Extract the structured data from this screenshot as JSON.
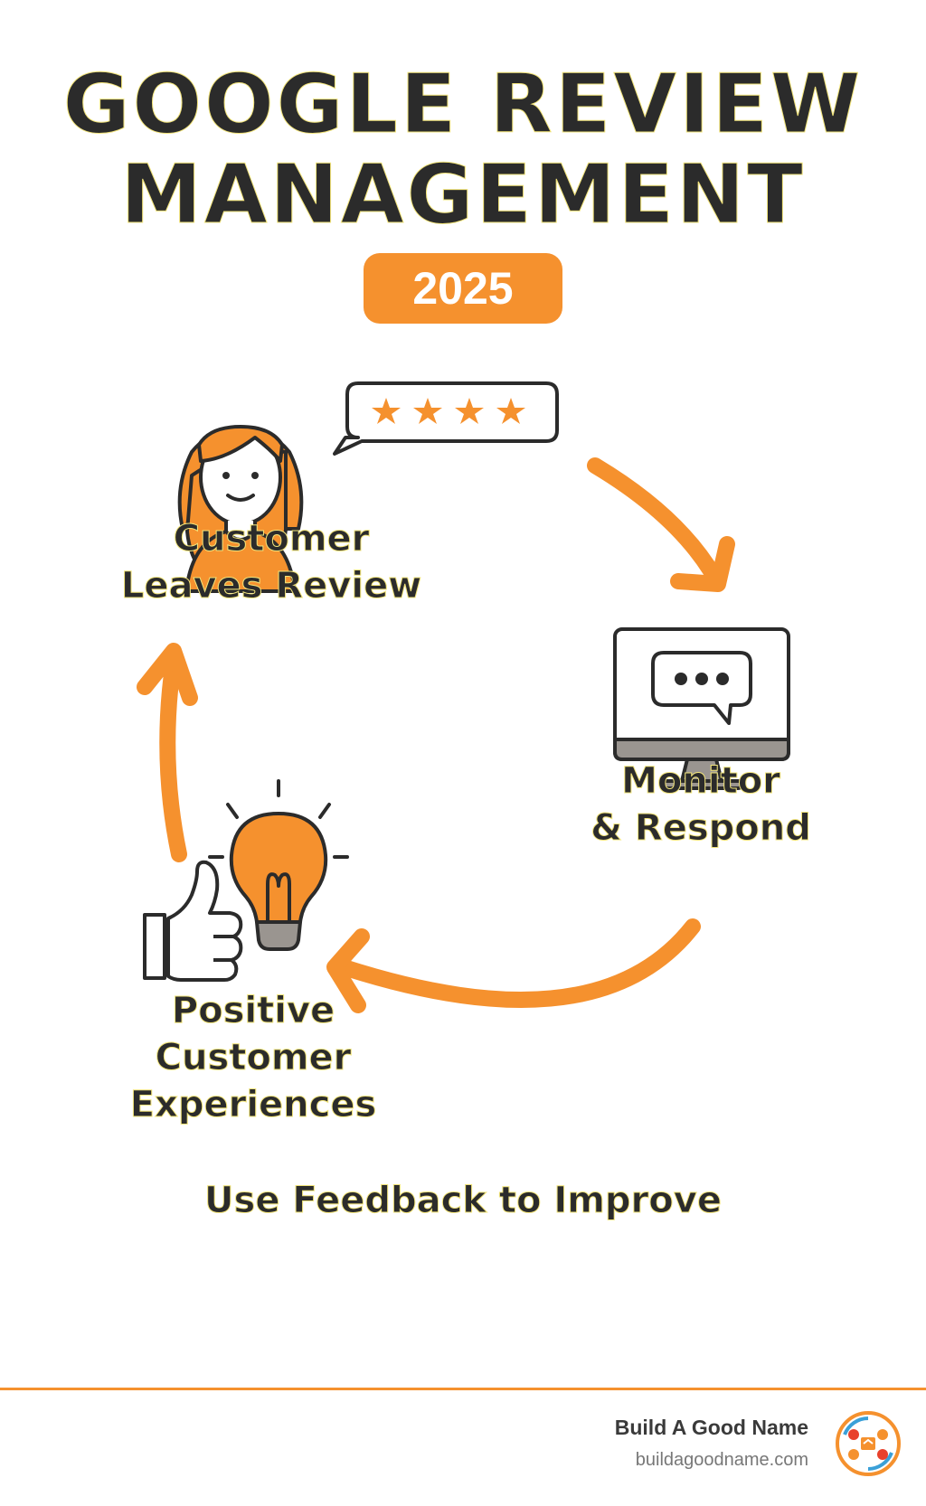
{
  "title": {
    "line1": "GOOGLE REVIEW",
    "line2": "MANAGEMENT"
  },
  "badge": {
    "year": "2025"
  },
  "cycle": {
    "steps": [
      {
        "label_lines": [
          "Customer",
          "Leaves Review"
        ],
        "icon": "customer-review-icon"
      },
      {
        "label_lines": [
          "Monitor",
          "& Respond"
        ],
        "icon": "monitor-chat-icon"
      },
      {
        "label_lines": [
          "Positive",
          "Customer",
          "Experiences"
        ],
        "icon": "lightbulb-thumbs-up-icon"
      }
    ],
    "caption": "Use Feedback to Improve"
  },
  "footer": {
    "brand_name": "Build A Good Name",
    "brand_url": "buildagoodname.com"
  },
  "colors": {
    "accent": "#f5912e",
    "text": "#2b2b2b",
    "text_outline": "#f2e47a",
    "monitor_gray": "#9a9590"
  }
}
